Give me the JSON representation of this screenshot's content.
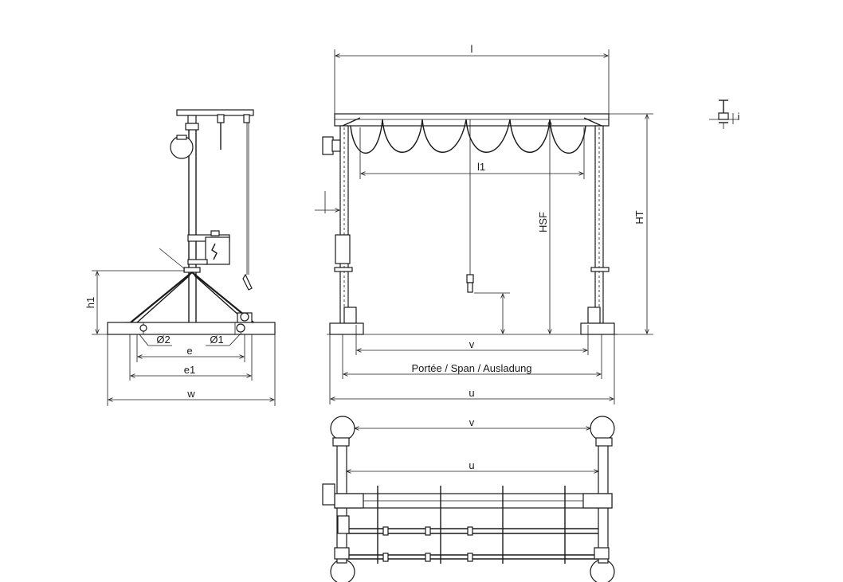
{
  "labels": {
    "l": "l",
    "l1": "l1",
    "hsf": "HSF",
    "ht": "HT",
    "i": "i",
    "v": "v",
    "span": "Portée / Span / Ausladung",
    "u": "u",
    "h1": "h1",
    "d2": "Ø2",
    "d1": "Ø1",
    "e": "e",
    "e1": "e1",
    "w": "w",
    "v_top": "v",
    "u_top": "u"
  }
}
